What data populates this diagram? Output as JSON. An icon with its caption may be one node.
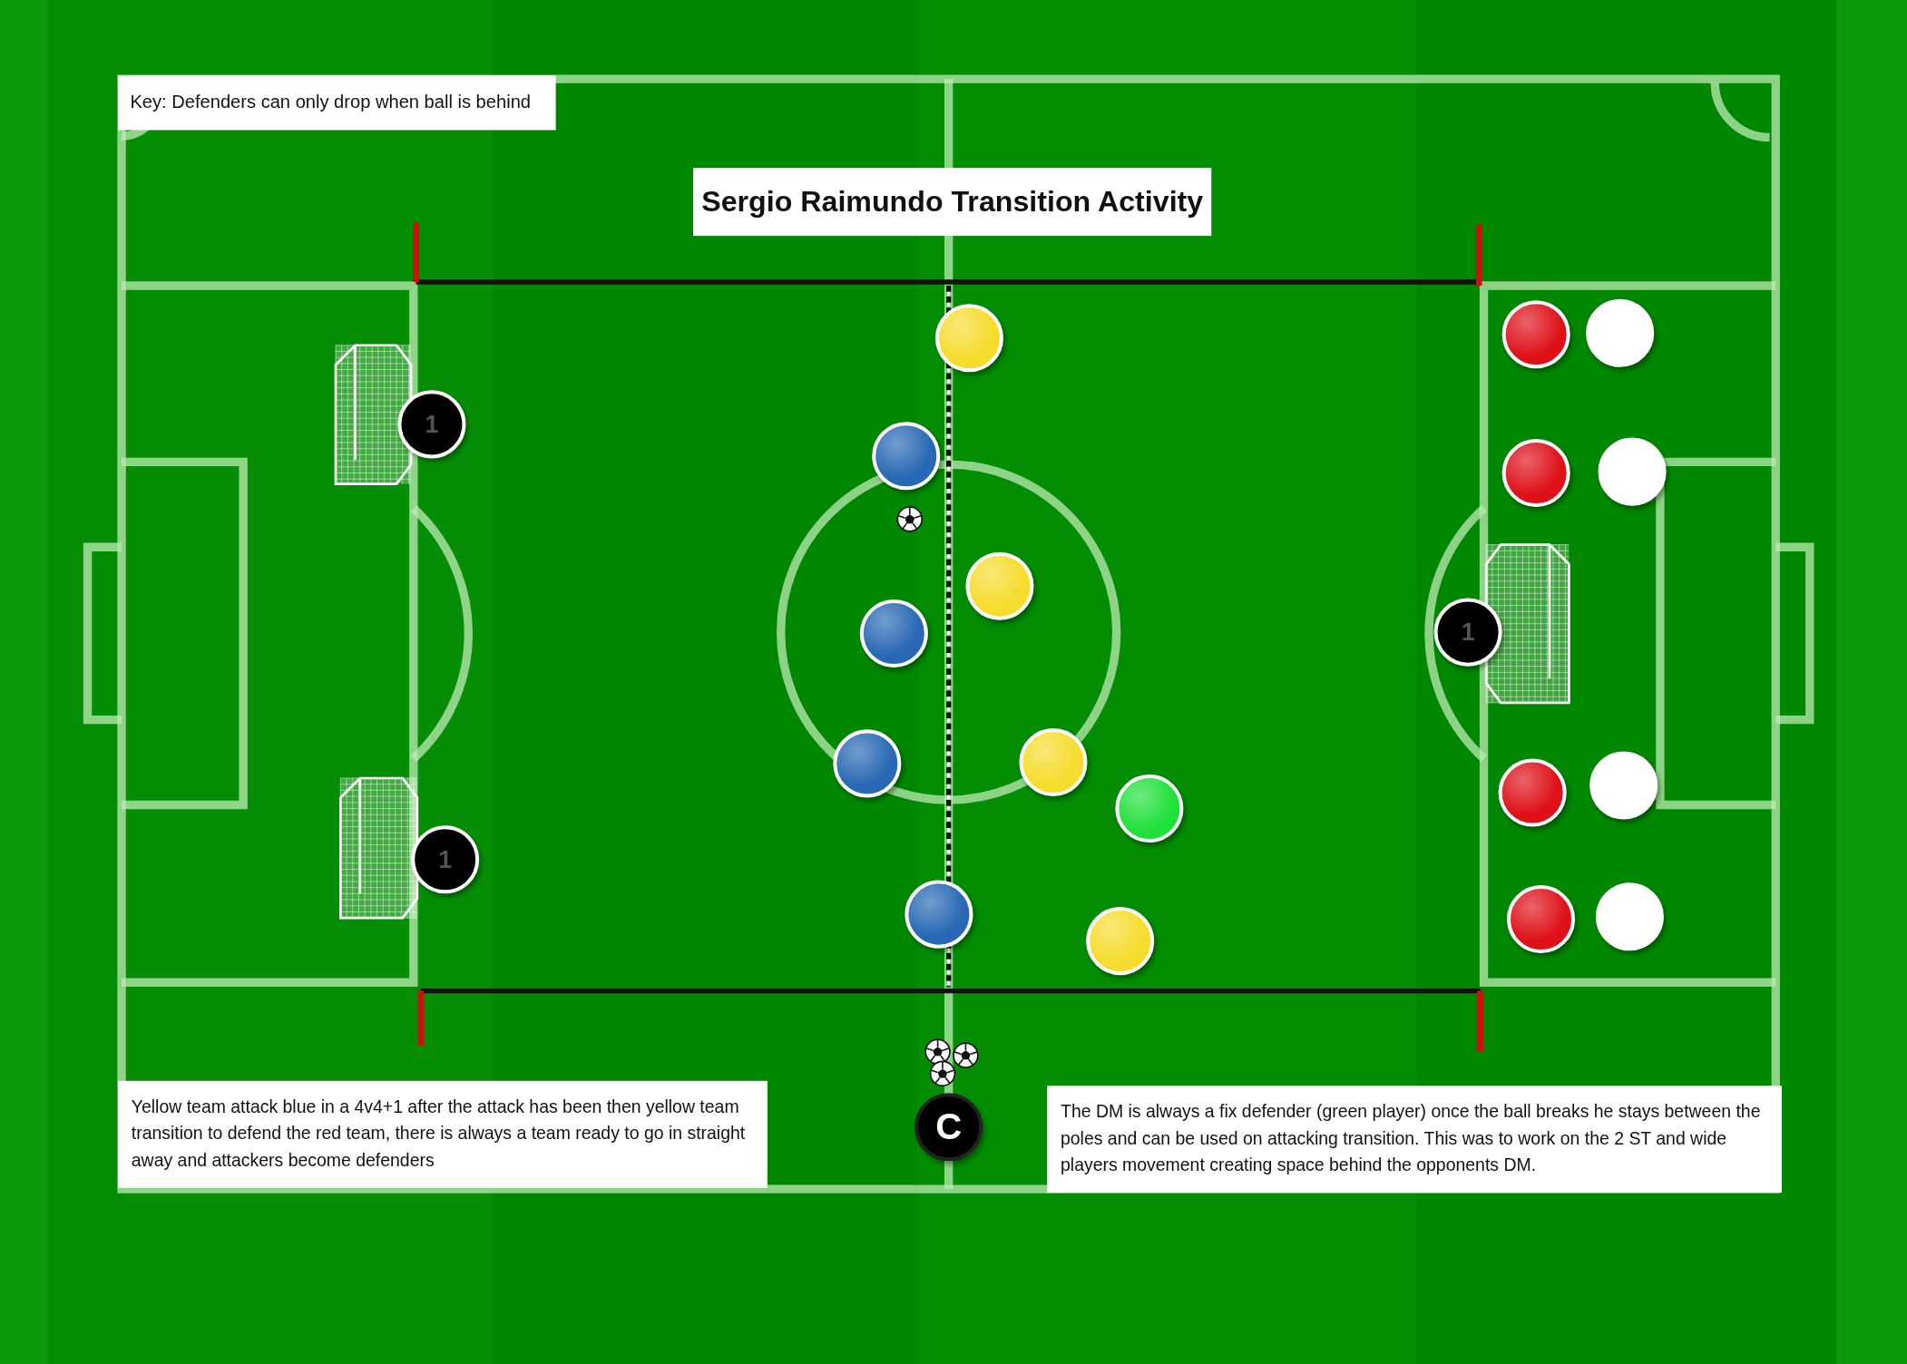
{
  "diagram": {
    "title": "Sergio Raimundo Transition Activity",
    "nodes": [
      {
        "text": [
          "Key: Defenders can only drop when ball is behind"
        ]
      },
      {
        "text": [],
        "shape": "circle"
      },
      {
        "text": [],
        "shape": "circle"
      },
      {
        "text": [],
        "shape": "circle"
      },
      {
        "text": [
          "1"
        ]
      },
      {
        "text": [],
        "shape": "circle"
      },
      {
        "text": [],
        "shape": "circle"
      },
      {
        "text": [],
        "shape": "circle"
      },
      {
        "text": [],
        "shape": "circle"
      },
      {
        "text": [
          "1"
        ]
      },
      {
        "text": [],
        "shape": "circle"
      },
      {
        "text": [],
        "shape": "circle"
      },
      {
        "text": [],
        "shape": "circle"
      },
      {
        "text": [],
        "shape": "circle"
      },
      {
        "text": [],
        "shape": "circle"
      },
      {
        "text": [],
        "shape": "circle"
      },
      {
        "text": [
          "1"
        ]
      },
      {
        "text": [],
        "shape": "circle"
      },
      {
        "text": [],
        "shape": "circle"
      },
      {
        "text": [],
        "shape": "circle"
      },
      {
        "text": [],
        "shape": "circle"
      },
      {
        "text": [
          "Yellow team attack blue in a 4v4+1 after the attack has been then yellow team transition to defend the red team, there is always a team ready to go in straight away and attackers become defenders"
        ]
      },
      {
        "text": [
          "C"
        ]
      },
      {
        "text": [
          "The DM is always a fix defender (green player) once the ball breaks he stays between the poles and can be used on attacking transition. This was to work on the 2 ST and wide players movement creating space behind the opponents DM."
        ]
      }
    ]
  }
}
